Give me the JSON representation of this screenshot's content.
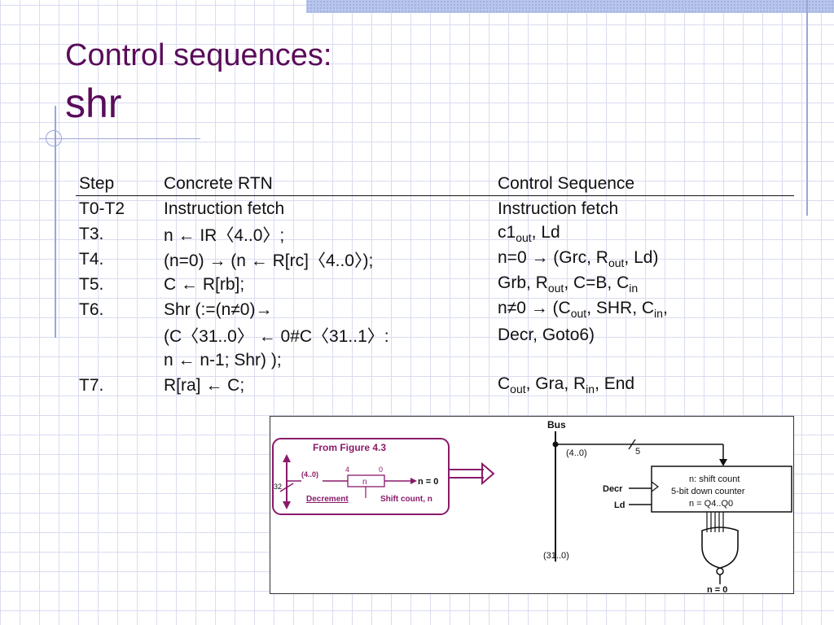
{
  "slide": {
    "title_line1": "Control sequences:",
    "title_line2": "shr"
  },
  "table": {
    "headers": [
      "Step",
      "Concrete RTN",
      "Control Sequence"
    ],
    "rows": [
      {
        "step": "T0-T2",
        "rtn": "Instruction fetch",
        "ctl": "Instruction fetch"
      },
      {
        "step": "T3.",
        "rtn": "n ← IR〈4..0〉;",
        "ctl": "c1<sub>out</sub>, Ld"
      },
      {
        "step": "T4.",
        "rtn": "(n=0) → (n ← R[rc]〈4..0〉);",
        "ctl": "n=0 → (Grc, R<sub>out</sub>, Ld)"
      },
      {
        "step": "T5.",
        "rtn": "C ← R[rb];",
        "ctl": "Grb, R<sub>out</sub>, C=B, C<sub>in</sub>"
      },
      {
        "step": "T6.",
        "rtn": "Shr (:=(n≠0)→",
        "ctl": "n≠0 → (C<sub>out</sub>, SHR, C<sub>in</sub>,"
      },
      {
        "step": "",
        "rtn": "(C〈31..0〉 ← 0#C〈31..1〉:",
        "ctl": "Decr, Goto6)"
      },
      {
        "step": "",
        "rtn": " n ← n-1; Shr) );",
        "ctl": ""
      },
      {
        "step": "T7.",
        "rtn": "R[ra] ← C;",
        "ctl": "C<sub>out</sub>, Gra, R<sub>in</sub>, End"
      }
    ]
  },
  "figure": {
    "left": {
      "title": "From Figure 4.3",
      "range": "(4..0)",
      "bit4": "4",
      "bit0": "0",
      "reg": "n",
      "out": "n = 0",
      "width": "32",
      "decrement": "Decrement",
      "shift_count": "Shift count, n"
    },
    "right": {
      "bus": "Bus",
      "range_top": "(4..0)",
      "width": "5",
      "box_line1": "n: shift count",
      "box_line2": "5-bit down counter",
      "box_line3": "n = Q4..Q0",
      "decr": "Decr",
      "ld": "Ld",
      "range_bottom": "(31..0)",
      "out": "n = 0"
    }
  }
}
